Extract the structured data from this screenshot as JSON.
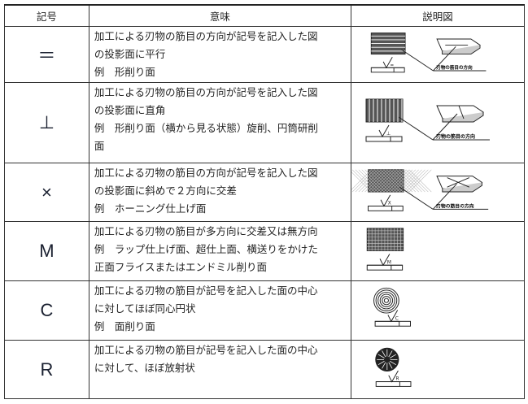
{
  "header": {
    "symbol": "記号",
    "meaning": "意味",
    "figure": "説明図"
  },
  "figure_label": "刃物の筋目の方向",
  "rows": [
    {
      "symbol": "＝",
      "lines": [
        "加工による刃物の筋目の方向が記号を記入した図",
        "の投影面に平行",
        "例　形削り面"
      ],
      "mark": "="
    },
    {
      "symbol": "⊥",
      "lines": [
        "加工による刃物の筋目の方向が記号を記入した図",
        "の投影面に直角",
        "例　形削り面（横から見る状態）旋削、円筒研削",
        "面"
      ],
      "mark": "⊥"
    },
    {
      "symbol": "×",
      "lines": [
        "加工による刃物の筋目の方向が記号を記入した図",
        "の投影面に斜めで２方向に交差",
        "例　ホーニング仕上げ面"
      ],
      "mark": "X"
    },
    {
      "symbol": "M",
      "lines": [
        "加工による刃物の筋目が多方向に交差又は無方向",
        "例　ラップ仕上げ面、超仕上面、横送りをかけた",
        "正面フライスまたはエンドミル削り面"
      ],
      "mark": "M"
    },
    {
      "symbol": "C",
      "lines": [
        "加工による刃物の筋目が記号を記入した面の中心",
        "に対してほぼ同心円状",
        "例　面削り面"
      ],
      "mark": "C"
    },
    {
      "symbol": "R",
      "lines": [
        "加工による刃物の筋目が記号を記入した面の中心",
        "に対して、ほぼ放射状"
      ],
      "mark": "R"
    }
  ]
}
